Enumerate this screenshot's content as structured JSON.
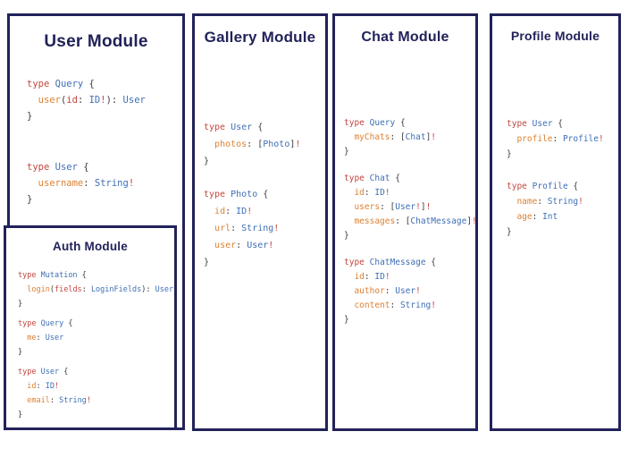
{
  "colors": {
    "border_navy": "#22225a",
    "title_navy": "#22225a",
    "keyword_red": "#c2473f",
    "type_blue": "#3f6fb6",
    "field_orange": "#dd8133",
    "punctuation": "#3c3c3c",
    "background": "#ffffff"
  },
  "modules": [
    {
      "id": "user",
      "title": "User Module",
      "blocks": [
        [
          [
            {
              "t": "type",
              "c": "k"
            },
            {
              "t": " ",
              "c": "p"
            },
            {
              "t": "Query",
              "c": "t"
            },
            {
              "t": " {",
              "c": "p"
            }
          ],
          [
            {
              "t": "  ",
              "c": "p"
            },
            {
              "t": "user",
              "c": "f"
            },
            {
              "t": "(",
              "c": "p"
            },
            {
              "t": "id",
              "c": "a"
            },
            {
              "t": ": ",
              "c": "p"
            },
            {
              "t": "ID",
              "c": "t"
            },
            {
              "t": "!",
              "c": "b"
            },
            {
              "t": "): ",
              "c": "p"
            },
            {
              "t": "User",
              "c": "t"
            }
          ],
          [
            {
              "t": "}",
              "c": "p"
            }
          ]
        ],
        [
          [
            {
              "t": "type",
              "c": "k"
            },
            {
              "t": " ",
              "c": "p"
            },
            {
              "t": "User",
              "c": "t"
            },
            {
              "t": " {",
              "c": "p"
            }
          ],
          [
            {
              "t": "  ",
              "c": "p"
            },
            {
              "t": "username",
              "c": "f"
            },
            {
              "t": ": ",
              "c": "p"
            },
            {
              "t": "String",
              "c": "t"
            },
            {
              "t": "!",
              "c": "b"
            }
          ],
          [
            {
              "t": "}",
              "c": "p"
            }
          ]
        ]
      ]
    },
    {
      "id": "gallery",
      "title": "Gallery Module",
      "blocks": [
        [
          [
            {
              "t": "type",
              "c": "k"
            },
            {
              "t": " ",
              "c": "p"
            },
            {
              "t": "User",
              "c": "t"
            },
            {
              "t": " {",
              "c": "p"
            }
          ],
          [
            {
              "t": "  ",
              "c": "p"
            },
            {
              "t": "photos",
              "c": "f"
            },
            {
              "t": ": [",
              "c": "p"
            },
            {
              "t": "Photo",
              "c": "t"
            },
            {
              "t": "]",
              "c": "p"
            },
            {
              "t": "!",
              "c": "b"
            }
          ],
          [
            {
              "t": "}",
              "c": "p"
            }
          ]
        ],
        [
          [
            {
              "t": "type",
              "c": "k"
            },
            {
              "t": " ",
              "c": "p"
            },
            {
              "t": "Photo",
              "c": "t"
            },
            {
              "t": " {",
              "c": "p"
            }
          ],
          [
            {
              "t": "  ",
              "c": "p"
            },
            {
              "t": "id",
              "c": "f"
            },
            {
              "t": ": ",
              "c": "p"
            },
            {
              "t": "ID",
              "c": "t"
            },
            {
              "t": "!",
              "c": "b"
            }
          ],
          [
            {
              "t": "  ",
              "c": "p"
            },
            {
              "t": "url",
              "c": "f"
            },
            {
              "t": ": ",
              "c": "p"
            },
            {
              "t": "String",
              "c": "t"
            },
            {
              "t": "!",
              "c": "b"
            }
          ],
          [
            {
              "t": "  ",
              "c": "p"
            },
            {
              "t": "user",
              "c": "f"
            },
            {
              "t": ": ",
              "c": "p"
            },
            {
              "t": "User",
              "c": "t"
            },
            {
              "t": "!",
              "c": "b"
            }
          ],
          [
            {
              "t": "}",
              "c": "p"
            }
          ]
        ]
      ]
    },
    {
      "id": "chat",
      "title": "Chat Module",
      "blocks": [
        [
          [
            {
              "t": "type",
              "c": "k"
            },
            {
              "t": " ",
              "c": "p"
            },
            {
              "t": "Query",
              "c": "t"
            },
            {
              "t": " {",
              "c": "p"
            }
          ],
          [
            {
              "t": "  ",
              "c": "p"
            },
            {
              "t": "myChats",
              "c": "f"
            },
            {
              "t": ": [",
              "c": "p"
            },
            {
              "t": "Chat",
              "c": "t"
            },
            {
              "t": "]",
              "c": "p"
            },
            {
              "t": "!",
              "c": "b"
            }
          ],
          [
            {
              "t": "}",
              "c": "p"
            }
          ]
        ],
        [
          [
            {
              "t": "type",
              "c": "k"
            },
            {
              "t": " ",
              "c": "p"
            },
            {
              "t": "Chat",
              "c": "t"
            },
            {
              "t": " {",
              "c": "p"
            }
          ],
          [
            {
              "t": "  ",
              "c": "p"
            },
            {
              "t": "id",
              "c": "f"
            },
            {
              "t": ": ",
              "c": "p"
            },
            {
              "t": "ID",
              "c": "t"
            },
            {
              "t": "!",
              "c": "b"
            }
          ],
          [
            {
              "t": "  ",
              "c": "p"
            },
            {
              "t": "users",
              "c": "f"
            },
            {
              "t": ": [",
              "c": "p"
            },
            {
              "t": "User",
              "c": "t"
            },
            {
              "t": "!",
              "c": "b"
            },
            {
              "t": "]",
              "c": "p"
            },
            {
              "t": "!",
              "c": "b"
            }
          ],
          [
            {
              "t": "  ",
              "c": "p"
            },
            {
              "t": "messages",
              "c": "f"
            },
            {
              "t": ": [",
              "c": "p"
            },
            {
              "t": "ChatMessage",
              "c": "t"
            },
            {
              "t": "]",
              "c": "p"
            },
            {
              "t": "!",
              "c": "b"
            }
          ],
          [
            {
              "t": "}",
              "c": "p"
            }
          ]
        ],
        [
          [
            {
              "t": "type",
              "c": "k"
            },
            {
              "t": " ",
              "c": "p"
            },
            {
              "t": "ChatMessage",
              "c": "t"
            },
            {
              "t": " {",
              "c": "p"
            }
          ],
          [
            {
              "t": "  ",
              "c": "p"
            },
            {
              "t": "id",
              "c": "f"
            },
            {
              "t": ": ",
              "c": "p"
            },
            {
              "t": "ID",
              "c": "t"
            },
            {
              "t": "!",
              "c": "b"
            }
          ],
          [
            {
              "t": "  ",
              "c": "p"
            },
            {
              "t": "author",
              "c": "f"
            },
            {
              "t": ": ",
              "c": "p"
            },
            {
              "t": "User",
              "c": "t"
            },
            {
              "t": "!",
              "c": "b"
            }
          ],
          [
            {
              "t": "  ",
              "c": "p"
            },
            {
              "t": "content",
              "c": "f"
            },
            {
              "t": ": ",
              "c": "p"
            },
            {
              "t": "String",
              "c": "t"
            },
            {
              "t": "!",
              "c": "b"
            }
          ],
          [
            {
              "t": "}",
              "c": "p"
            }
          ]
        ]
      ]
    },
    {
      "id": "profile",
      "title": "Profile Module",
      "blocks": [
        [
          [
            {
              "t": "type",
              "c": "k"
            },
            {
              "t": " ",
              "c": "p"
            },
            {
              "t": "User",
              "c": "t"
            },
            {
              "t": " {",
              "c": "p"
            }
          ],
          [
            {
              "t": "  ",
              "c": "p"
            },
            {
              "t": "profile",
              "c": "f"
            },
            {
              "t": ": ",
              "c": "p"
            },
            {
              "t": "Profile",
              "c": "t"
            },
            {
              "t": "!",
              "c": "b"
            }
          ],
          [
            {
              "t": "}",
              "c": "p"
            }
          ]
        ],
        [
          [
            {
              "t": "type",
              "c": "k"
            },
            {
              "t": " ",
              "c": "p"
            },
            {
              "t": "Profile",
              "c": "t"
            },
            {
              "t": " {",
              "c": "p"
            }
          ],
          [
            {
              "t": "  ",
              "c": "p"
            },
            {
              "t": "name",
              "c": "f"
            },
            {
              "t": ": ",
              "c": "p"
            },
            {
              "t": "String",
              "c": "t"
            },
            {
              "t": "!",
              "c": "b"
            }
          ],
          [
            {
              "t": "  ",
              "c": "p"
            },
            {
              "t": "age",
              "c": "f"
            },
            {
              "t": ": ",
              "c": "p"
            },
            {
              "t": "Int",
              "c": "t"
            }
          ],
          [
            {
              "t": "}",
              "c": "p"
            }
          ]
        ]
      ]
    },
    {
      "id": "auth",
      "title": "Auth Module",
      "blocks": [
        [
          [
            {
              "t": "type",
              "c": "k"
            },
            {
              "t": " ",
              "c": "p"
            },
            {
              "t": "Mutation",
              "c": "t"
            },
            {
              "t": " {",
              "c": "p"
            }
          ],
          [
            {
              "t": "  ",
              "c": "p"
            },
            {
              "t": "login",
              "c": "f"
            },
            {
              "t": "(",
              "c": "p"
            },
            {
              "t": "fields",
              "c": "a"
            },
            {
              "t": ": ",
              "c": "p"
            },
            {
              "t": "LoginFields",
              "c": "t"
            },
            {
              "t": "): ",
              "c": "p"
            },
            {
              "t": "User",
              "c": "t"
            }
          ],
          [
            {
              "t": "}",
              "c": "p"
            }
          ]
        ],
        [
          [
            {
              "t": "type",
              "c": "k"
            },
            {
              "t": " ",
              "c": "p"
            },
            {
              "t": "Query",
              "c": "t"
            },
            {
              "t": " {",
              "c": "p"
            }
          ],
          [
            {
              "t": "  ",
              "c": "p"
            },
            {
              "t": "me",
              "c": "f"
            },
            {
              "t": ": ",
              "c": "p"
            },
            {
              "t": "User",
              "c": "t"
            }
          ],
          [
            {
              "t": "}",
              "c": "p"
            }
          ]
        ],
        [
          [
            {
              "t": "type",
              "c": "k"
            },
            {
              "t": " ",
              "c": "p"
            },
            {
              "t": "User",
              "c": "t"
            },
            {
              "t": " {",
              "c": "p"
            }
          ],
          [
            {
              "t": "  ",
              "c": "p"
            },
            {
              "t": "id",
              "c": "f"
            },
            {
              "t": ": ",
              "c": "p"
            },
            {
              "t": "ID",
              "c": "t"
            },
            {
              "t": "!",
              "c": "b"
            }
          ],
          [
            {
              "t": "  ",
              "c": "p"
            },
            {
              "t": "email",
              "c": "f"
            },
            {
              "t": ": ",
              "c": "p"
            },
            {
              "t": "String",
              "c": "t"
            },
            {
              "t": "!",
              "c": "b"
            }
          ],
          [
            {
              "t": "}",
              "c": "p"
            }
          ]
        ]
      ]
    }
  ]
}
